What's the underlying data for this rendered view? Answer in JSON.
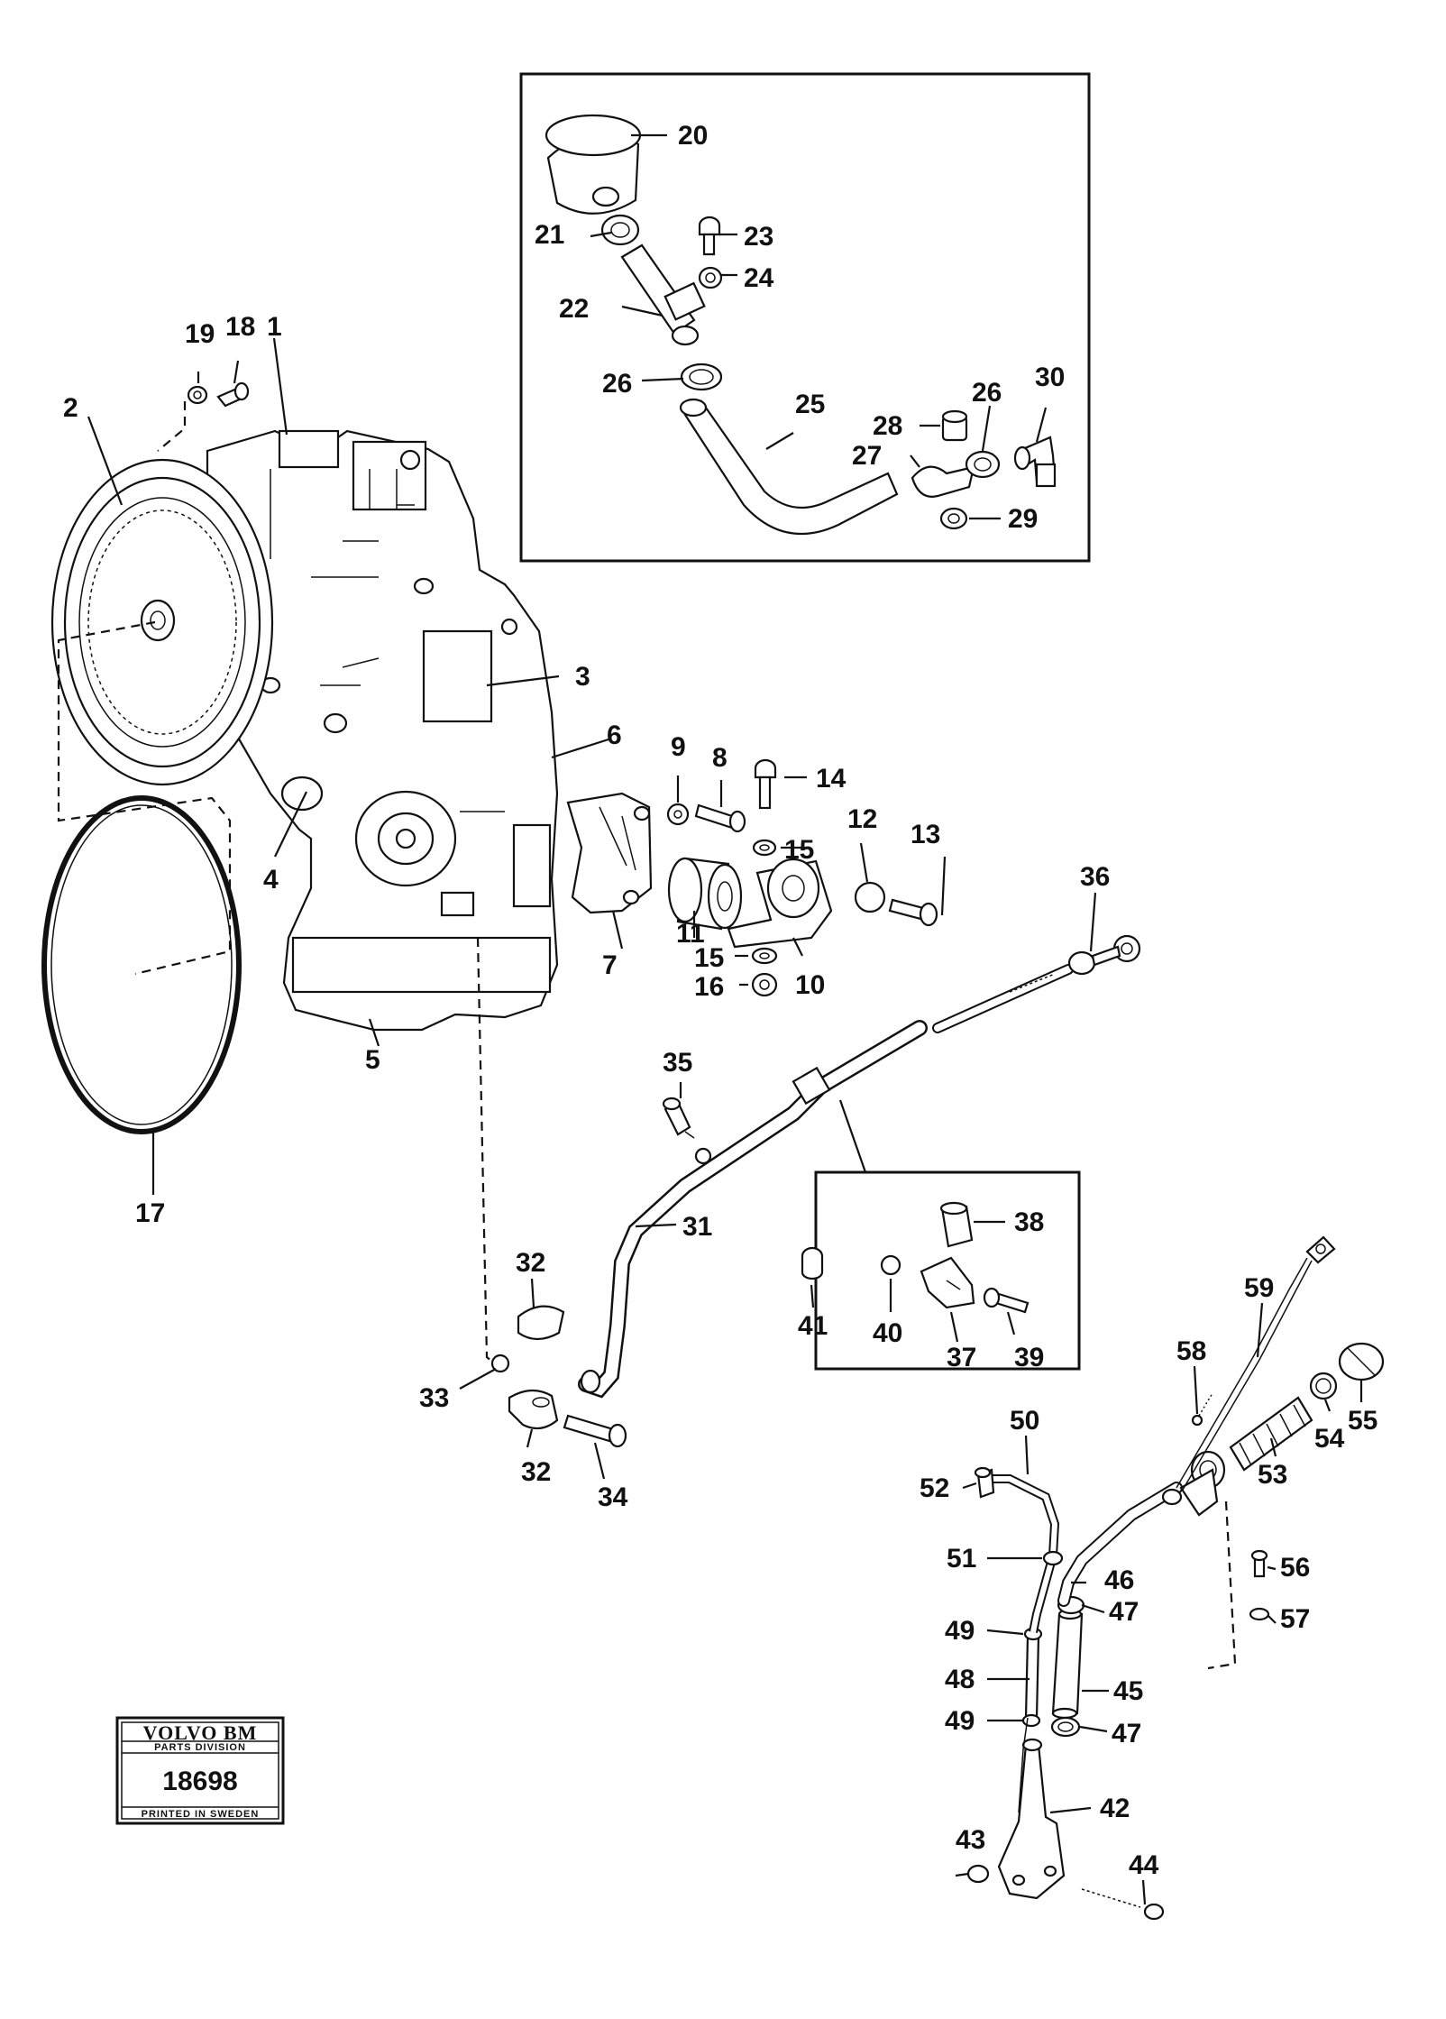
{
  "labels": {
    "p1": "1",
    "p2": "2",
    "p3": "3",
    "p4": "4",
    "p5": "5",
    "p6": "6",
    "p7": "7",
    "p8": "8",
    "p9": "9",
    "p10": "10",
    "p11": "11",
    "p12": "12",
    "p13": "13",
    "p14": "14",
    "p15a": "15",
    "p15b": "15",
    "p16": "16",
    "p17": "17",
    "p18": "18",
    "p19": "19",
    "p20": "20",
    "p21": "21",
    "p22": "22",
    "p23": "23",
    "p24": "24",
    "p25": "25",
    "p26a": "26",
    "p26b": "26",
    "p27": "27",
    "p28": "28",
    "p29": "29",
    "p30": "30",
    "p31": "31",
    "p32a": "32",
    "p32b": "32",
    "p33": "33",
    "p34": "34",
    "p35": "35",
    "p36": "36",
    "p37": "37",
    "p38": "38",
    "p39": "39",
    "p40": "40",
    "p41": "41",
    "p42": "42",
    "p43": "43",
    "p44": "44",
    "p45": "45",
    "p46": "46",
    "p47a": "47",
    "p47b": "47",
    "p48": "48",
    "p49a": "49",
    "p49b": "49",
    "p50": "50",
    "p51": "51",
    "p52": "52",
    "p53": "53",
    "p54": "54",
    "p55": "55",
    "p56": "56",
    "p57": "57",
    "p58": "58",
    "p59": "59"
  },
  "stamp": {
    "brand": "VOLVO BM",
    "division": "PARTS DIVISION",
    "number": "18698",
    "printed": "PRINTED IN SWEDEN"
  }
}
